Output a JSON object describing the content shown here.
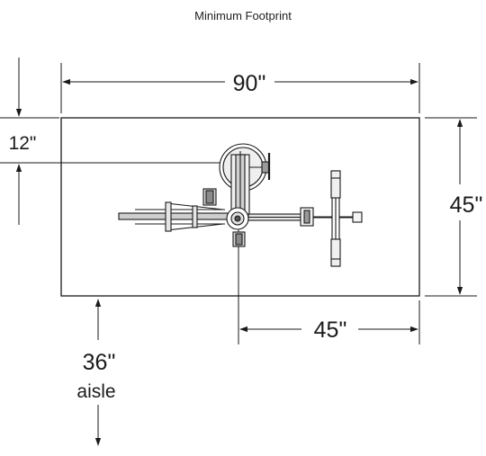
{
  "title": "Minimum Footprint",
  "dimensions": {
    "total_width": "90\"",
    "depth": "45\"",
    "offset_top": "12\"",
    "half_width": "45\"",
    "aisle": "36\"",
    "aisle_label": "aisle"
  },
  "icons": {
    "equipment": "bike-fit-machine-top-view"
  }
}
